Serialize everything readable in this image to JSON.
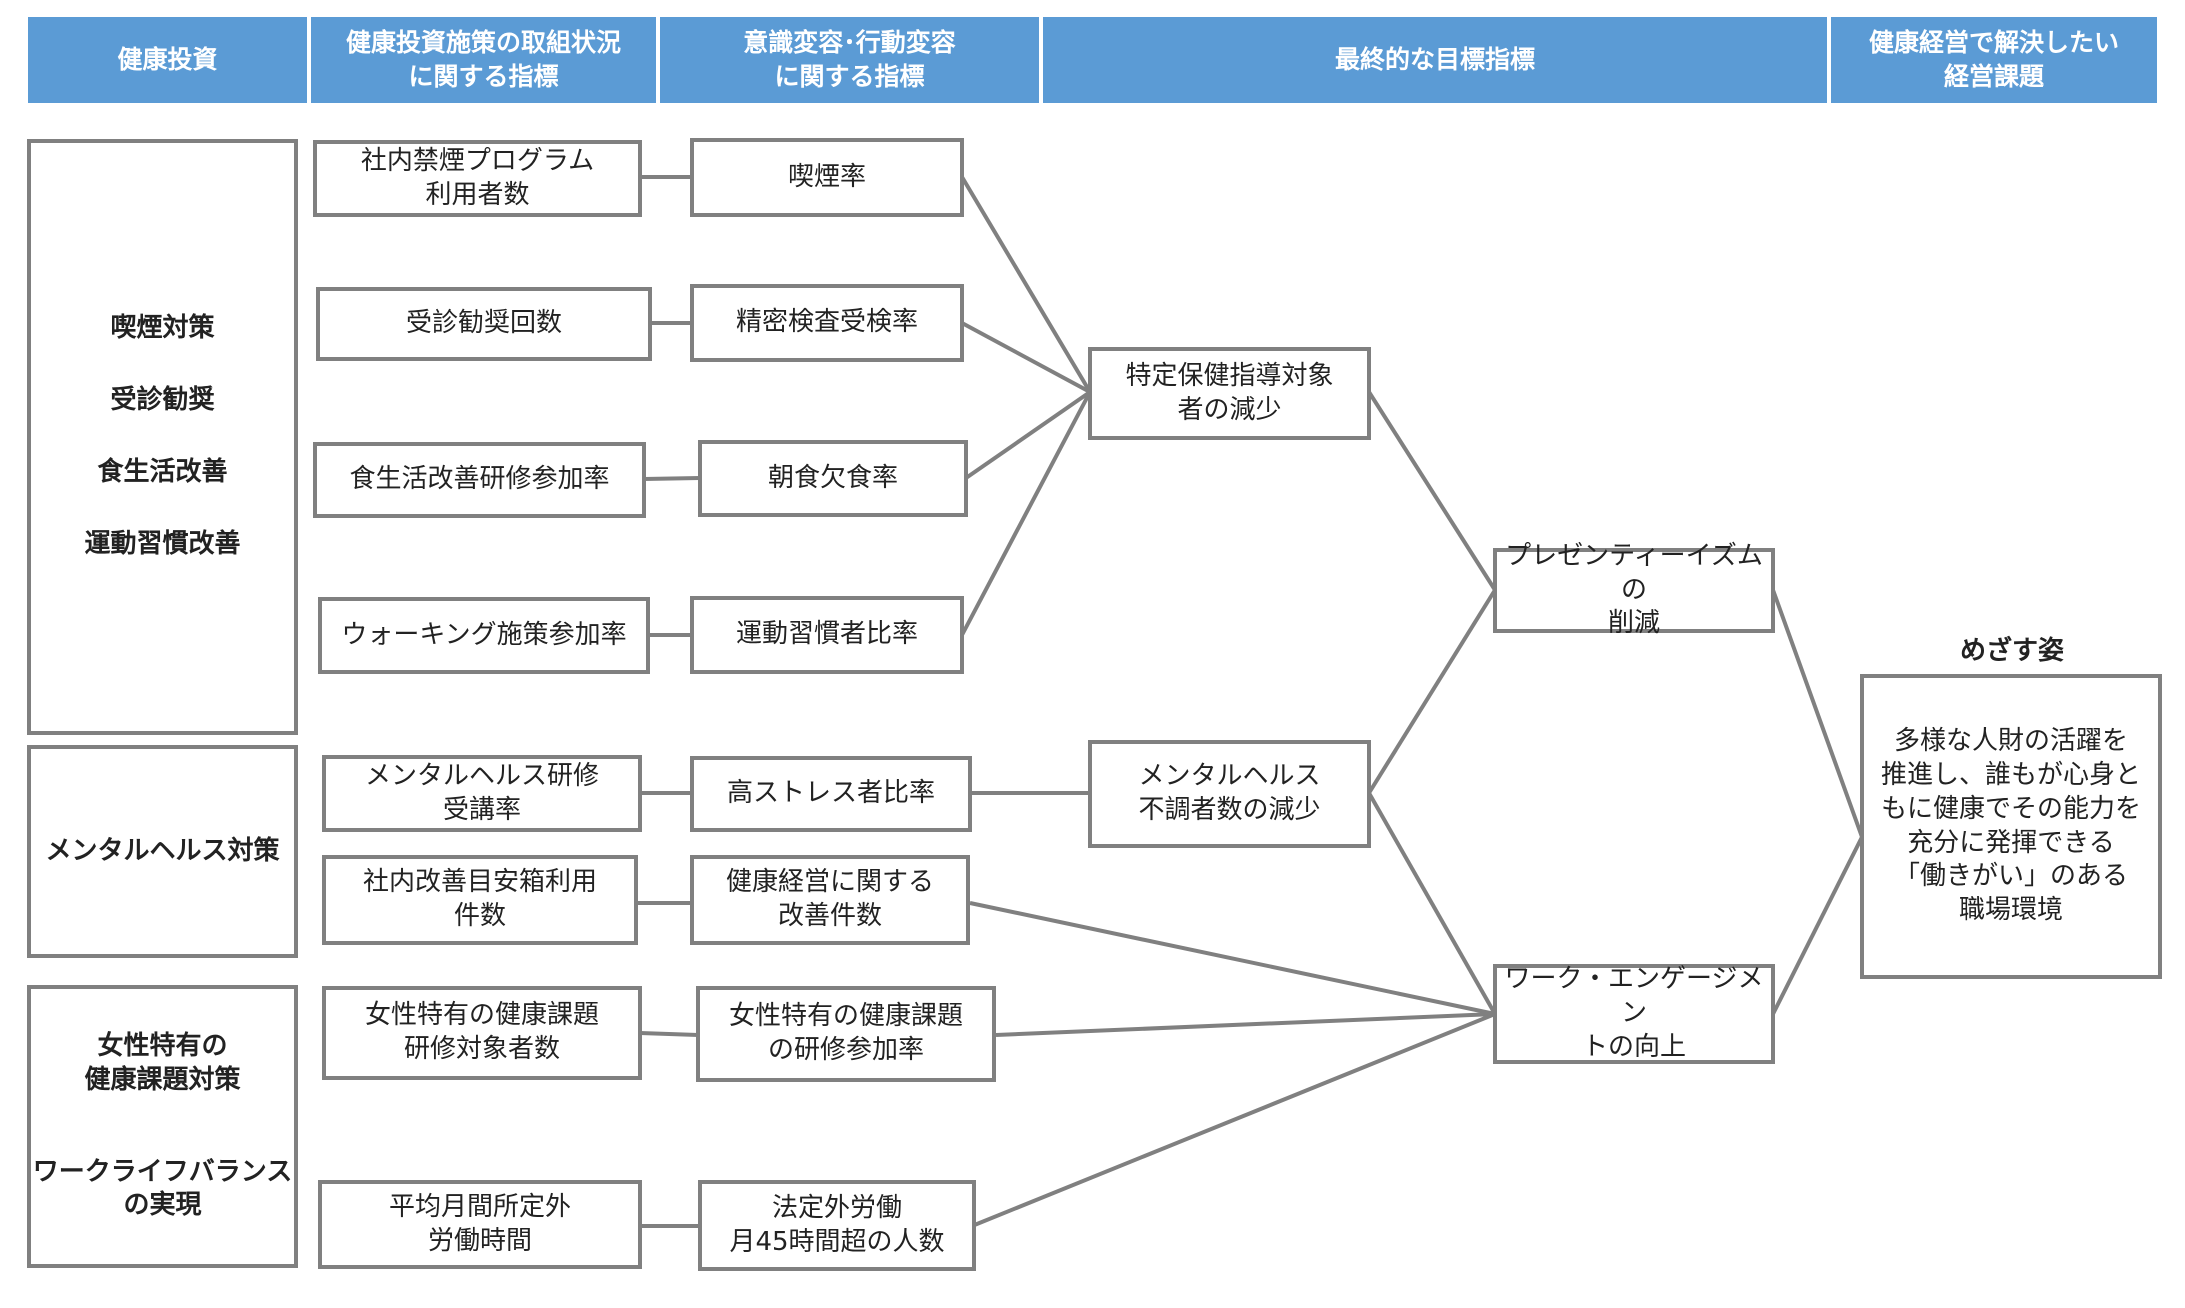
{
  "headers": {
    "h1": [
      "健康投資"
    ],
    "h2": [
      "健康投資施策の取組状況",
      "に関する指標"
    ],
    "h3": [
      "意識変容･行動変容",
      "に関する指標"
    ],
    "h4": [
      "最終的な目標指標"
    ],
    "h5": [
      "健康経営で解決したい",
      "経営課題"
    ]
  },
  "investments": {
    "g1": [
      "喫煙対策",
      "受診勧奨",
      "食生活改善",
      "運動習慣改善"
    ],
    "g2": [
      "メンタルヘルス対策"
    ],
    "g3a": [
      "女性特有の",
      "健康課題対策"
    ],
    "g3b": [
      "ワークライフバランス",
      "の実現"
    ]
  },
  "measures": {
    "m1": [
      "社内禁煙プログラム",
      "利用者数"
    ],
    "m2": [
      "受診勧奨回数"
    ],
    "m3": [
      "食生活改善研修参加率"
    ],
    "m4": [
      "ウォーキング施策参加率"
    ],
    "m5": [
      "メンタルヘルス研修",
      "受講率"
    ],
    "m6": [
      "社内改善目安箱利用",
      "件数"
    ],
    "m7": [
      "女性特有の健康課題",
      "研修対象者数"
    ],
    "m8": [
      "平均月間所定外",
      "労働時間"
    ]
  },
  "behavior": {
    "b1": [
      "喫煙率"
    ],
    "b2": [
      "精密検査受検率"
    ],
    "b3": [
      "朝食欠食率"
    ],
    "b4": [
      "運動習慣者比率"
    ],
    "b5": [
      "高ストレス者比率"
    ],
    "b6": [
      "健康経営に関する",
      "改善件数"
    ],
    "b7": [
      "女性特有の健康課題",
      "の研修参加率"
    ],
    "b8": [
      "法定外労働",
      "月45時間超の人数"
    ]
  },
  "targets": {
    "t1": [
      "特定保健指導対象",
      "者の減少"
    ],
    "t2": [
      "メンタルヘルス",
      "不調者数の減少"
    ],
    "t3": [
      "プレゼンティーイズムの",
      "削減"
    ],
    "t4": [
      "ワーク・エンゲージメン",
      "トの向上"
    ]
  },
  "goal": {
    "label": "めざす姿",
    "text": [
      "多様な人財の活躍を",
      "推進し、誰もが心身と",
      "もに健康でその能力を",
      "充分に発揮できる",
      "「働きがい」のある",
      "職場環境"
    ]
  },
  "colors": {
    "header_bg": "#5B9BD5",
    "border": "#808080",
    "line": "#808080"
  }
}
